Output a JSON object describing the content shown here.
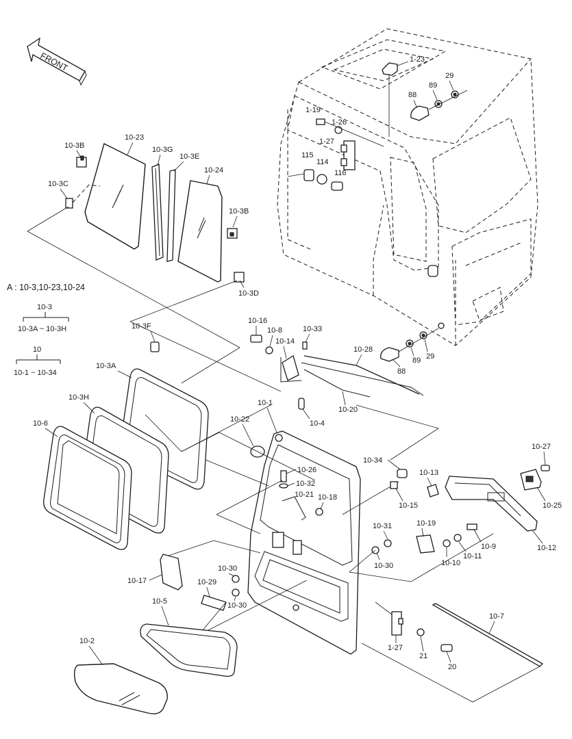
{
  "front_label": "FRONT",
  "assembly_note": "A : 10-3,10-23,10-24",
  "groups": [
    {
      "parent": "10-3",
      "children": "10-3A ~ 10-3H"
    },
    {
      "parent": "10",
      "children": "10-1 ~ 10-34"
    }
  ],
  "labels": {
    "p1_23": "1-23",
    "p29a": "29",
    "p89a": "89",
    "p88a": "88",
    "p1_19": "1-19",
    "p1_26": "1-26",
    "p1_27a": "1-27",
    "p115": "115",
    "p114": "114",
    "p116": "116",
    "p10_3b_a": "10-3B",
    "p10_23": "10-23",
    "p10_3g": "10-3G",
    "p10_3e": "10-3E",
    "p10_24": "10-24",
    "p10_3c": "10-3C",
    "p10_3b_b": "10-3B",
    "p10_3d": "10-3D",
    "p10_16": "10-16",
    "p10_8": "10-8",
    "p10_14": "10-14",
    "p10_33": "10-33",
    "p10_28": "10-28",
    "p10_20": "10-20",
    "p10_4": "10-4",
    "p88b": "88",
    "p89b": "89",
    "p29b": "29",
    "p10_3f": "10-3F",
    "p10_3a": "10-3A",
    "p10_3h": "10-3H",
    "p10_6": "10-6",
    "p10_1": "10-1",
    "p10_22": "10-22",
    "p10_34": "10-34",
    "p10_13": "10-13",
    "p10_15": "10-15",
    "p10_27": "10-27",
    "p10_25": "10-25",
    "p10_12": "10-12",
    "p10_26": "10-26",
    "p10_32": "10-32",
    "p10_21": "10-21",
    "p10_18": "10-18",
    "p10_31": "10-31",
    "p10_30a": "10-30",
    "p10_19": "10-19",
    "p10_9": "10-9",
    "p10_10": "10-10",
    "p10_11": "10-11",
    "p10_17": "10-17",
    "p10_30b": "10-30",
    "p10_29": "10-29",
    "p10_30c": "10-30",
    "p10_5": "10-5",
    "p10_2": "10-2",
    "p10_7": "10-7",
    "p1_27b": "1-27",
    "p21": "21",
    "p20": "20"
  }
}
